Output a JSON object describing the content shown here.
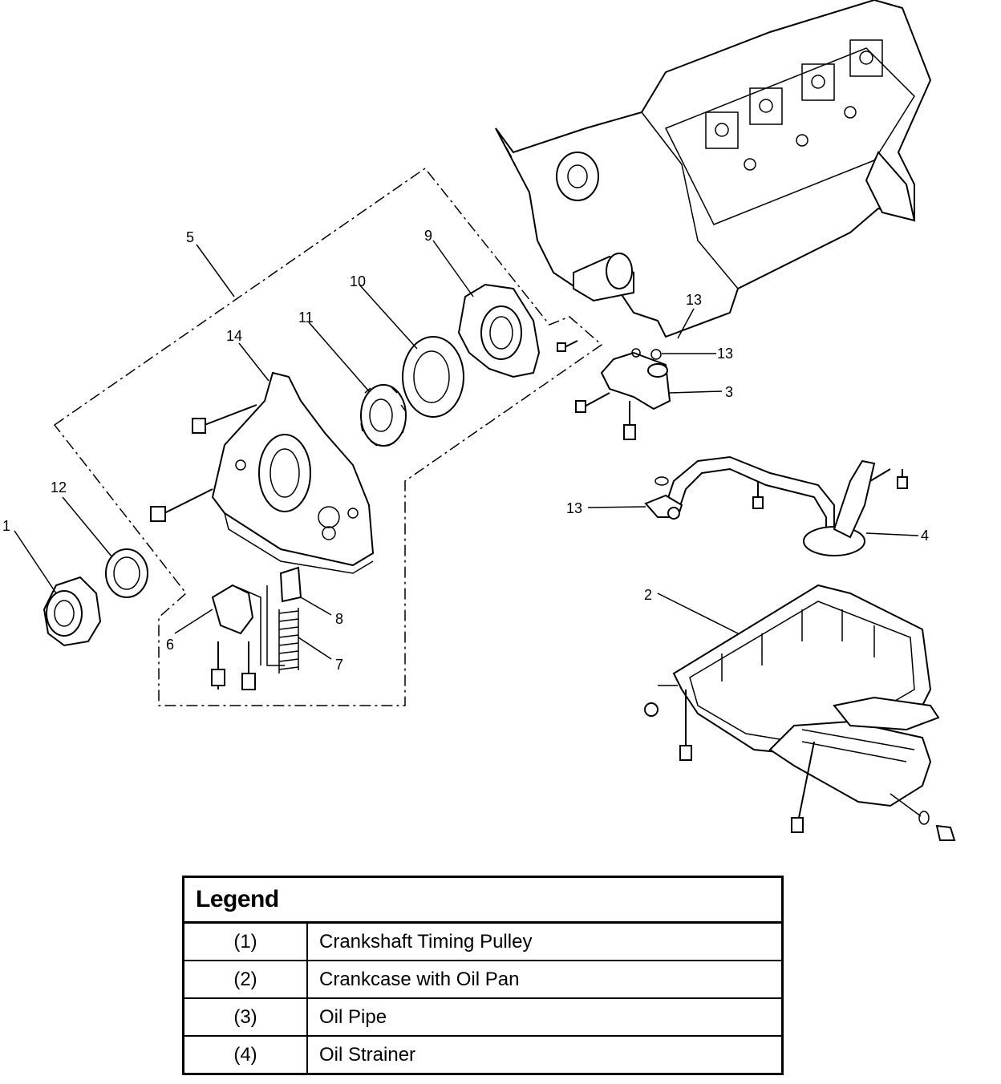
{
  "callouts": {
    "c1": "1",
    "c2": "2",
    "c3": "3",
    "c4": "4",
    "c5": "5",
    "c6": "6",
    "c7": "7",
    "c8": "8",
    "c9": "9",
    "c10": "10",
    "c11": "11",
    "c12": "12",
    "c13a": "13",
    "c13b": "13",
    "c13c": "13",
    "c14": "14"
  },
  "legend": {
    "title": "Legend",
    "rows": [
      {
        "num": "(1)",
        "desc": "Crankshaft Timing Pulley"
      },
      {
        "num": "(2)",
        "desc": "Crankcase with Oil Pan"
      },
      {
        "num": "(3)",
        "desc": "Oil Pipe"
      },
      {
        "num": "(4)",
        "desc": "Oil Strainer"
      }
    ]
  }
}
